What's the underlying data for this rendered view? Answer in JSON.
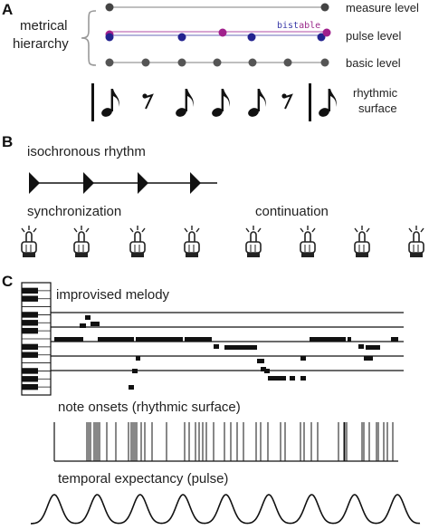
{
  "panels": {
    "A": {
      "letter": "A",
      "hierarchy_label_line1": "metrical",
      "hierarchy_label_line2": "hierarchy",
      "measure_label": "measure level",
      "pulse_label": "pulse level",
      "basic_label": "basic level",
      "bistable_label": "bistable",
      "bistable_colors": [
        "#3a3aa8",
        "#9b2a8a"
      ],
      "surface_label_line1": "rhythmic",
      "surface_label_line2": "surface",
      "colors": {
        "basic": "#555555",
        "pulse_blue": "#23238f",
        "pulse_magenta": "#a0208c",
        "measure": "#444444"
      }
    },
    "B": {
      "letter": "B",
      "iso_label": "isochronous rhythm",
      "sync_label": "synchronization",
      "cont_label": "continuation"
    },
    "C": {
      "letter": "C",
      "melody_label": "improvised melody",
      "onsets_label": "note onsets (rhythmic surface)",
      "expectancy_label": "temporal expectancy (pulse)"
    }
  },
  "icons": [
    "tap-hand-icon",
    "eighth-note-icon",
    "eighth-rest-icon",
    "bar-line-icon",
    "piano-keyboard-icon"
  ]
}
